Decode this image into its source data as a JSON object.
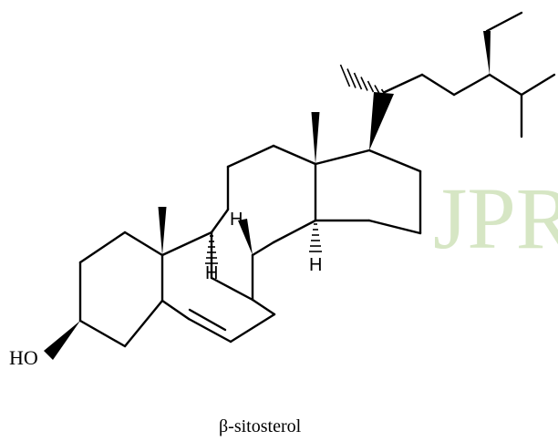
{
  "watermark": {
    "text": "JPR",
    "color": "#d6e6c4"
  },
  "molecule": {
    "atom_labels": {
      "hydroxyl": "HO",
      "h_c9": "H",
      "h_c8": "H",
      "h_c14": "H"
    }
  },
  "caption": {
    "text": "β-sitosterol"
  }
}
